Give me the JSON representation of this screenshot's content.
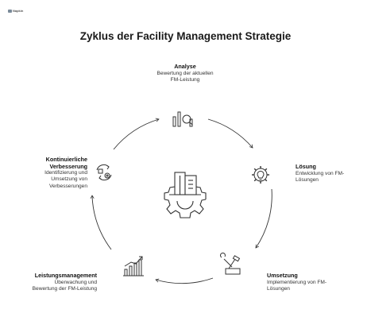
{
  "logo": {
    "text": "Napkin"
  },
  "title": "Zyklus der Facility Management Strategie",
  "steps": [
    {
      "heading": "Analyse",
      "lines": [
        "Bewertung der aktuellen",
        "FM-Leistung"
      ],
      "icon": "analysis-icon"
    },
    {
      "heading": "Lösung",
      "lines": [
        "Entwicklung von FM-",
        "Lösungen"
      ],
      "icon": "gear-bulb-icon"
    },
    {
      "heading": "Umsetzung",
      "lines": [
        "Implementierung von FM-",
        "Lösungen"
      ],
      "icon": "tools-icon"
    },
    {
      "heading": "Leistungsmanagement",
      "lines": [
        "Überwachung und",
        "Bewertung der FM-Leistung"
      ],
      "icon": "bar-chart-icon"
    },
    {
      "headingLines": [
        "Kontinuierliche",
        "Verbesserung"
      ],
      "lines": [
        "Identifizierung und",
        "Umsetzung von",
        "Verbesserungen"
      ],
      "icon": "cycle-gear-icon"
    }
  ],
  "center": {
    "icon": "building-gear-icon"
  },
  "colors": {
    "stroke": "#333333",
    "text": "#222222"
  }
}
